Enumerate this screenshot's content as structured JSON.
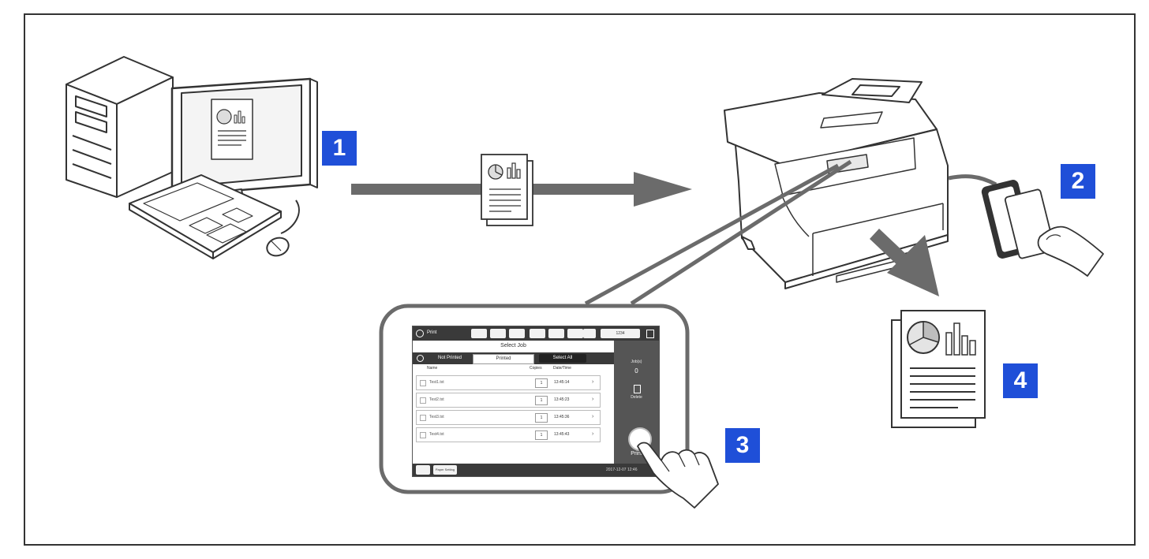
{
  "badges": {
    "step1": "1",
    "step2": "2",
    "step3": "3",
    "step4": "4"
  },
  "colors": {
    "badge": "#1f4fd8",
    "arrow": "#6b6b6b",
    "outline": "#333333"
  },
  "icons": [
    "desktop-computer-icon",
    "document-icon",
    "printer-icon",
    "id-card-icon",
    "hand-icon",
    "printed-pages-icon",
    "arrow-right-icon",
    "arrow-down-icon"
  ],
  "panel": {
    "title": "Print",
    "count": "1234",
    "header": "Select Job",
    "tabs": {
      "not_printed": "Not Printed",
      "printed": "Printed",
      "select_all": "Select All"
    },
    "columns": {
      "name": "Name",
      "copies": "Copies",
      "datetime": "Date/Time"
    },
    "rows": [
      {
        "name": "Test1.txt",
        "copies": "1",
        "time": "13:45:14"
      },
      {
        "name": "Test2.txt",
        "copies": "1",
        "time": "13:45:23"
      },
      {
        "name": "Test3.txt",
        "copies": "1",
        "time": "13:45:36"
      },
      {
        "name": "Test4.txt",
        "copies": "1",
        "time": "13:45:43"
      }
    ],
    "sidebar": {
      "jobs_label": "Job(s)",
      "jobs_value": "0",
      "delete_label": "Delete",
      "print_label": "Print"
    },
    "footer": {
      "paper_setting": "Paper Setting",
      "datetime": "2017-12-07 12:46"
    }
  }
}
